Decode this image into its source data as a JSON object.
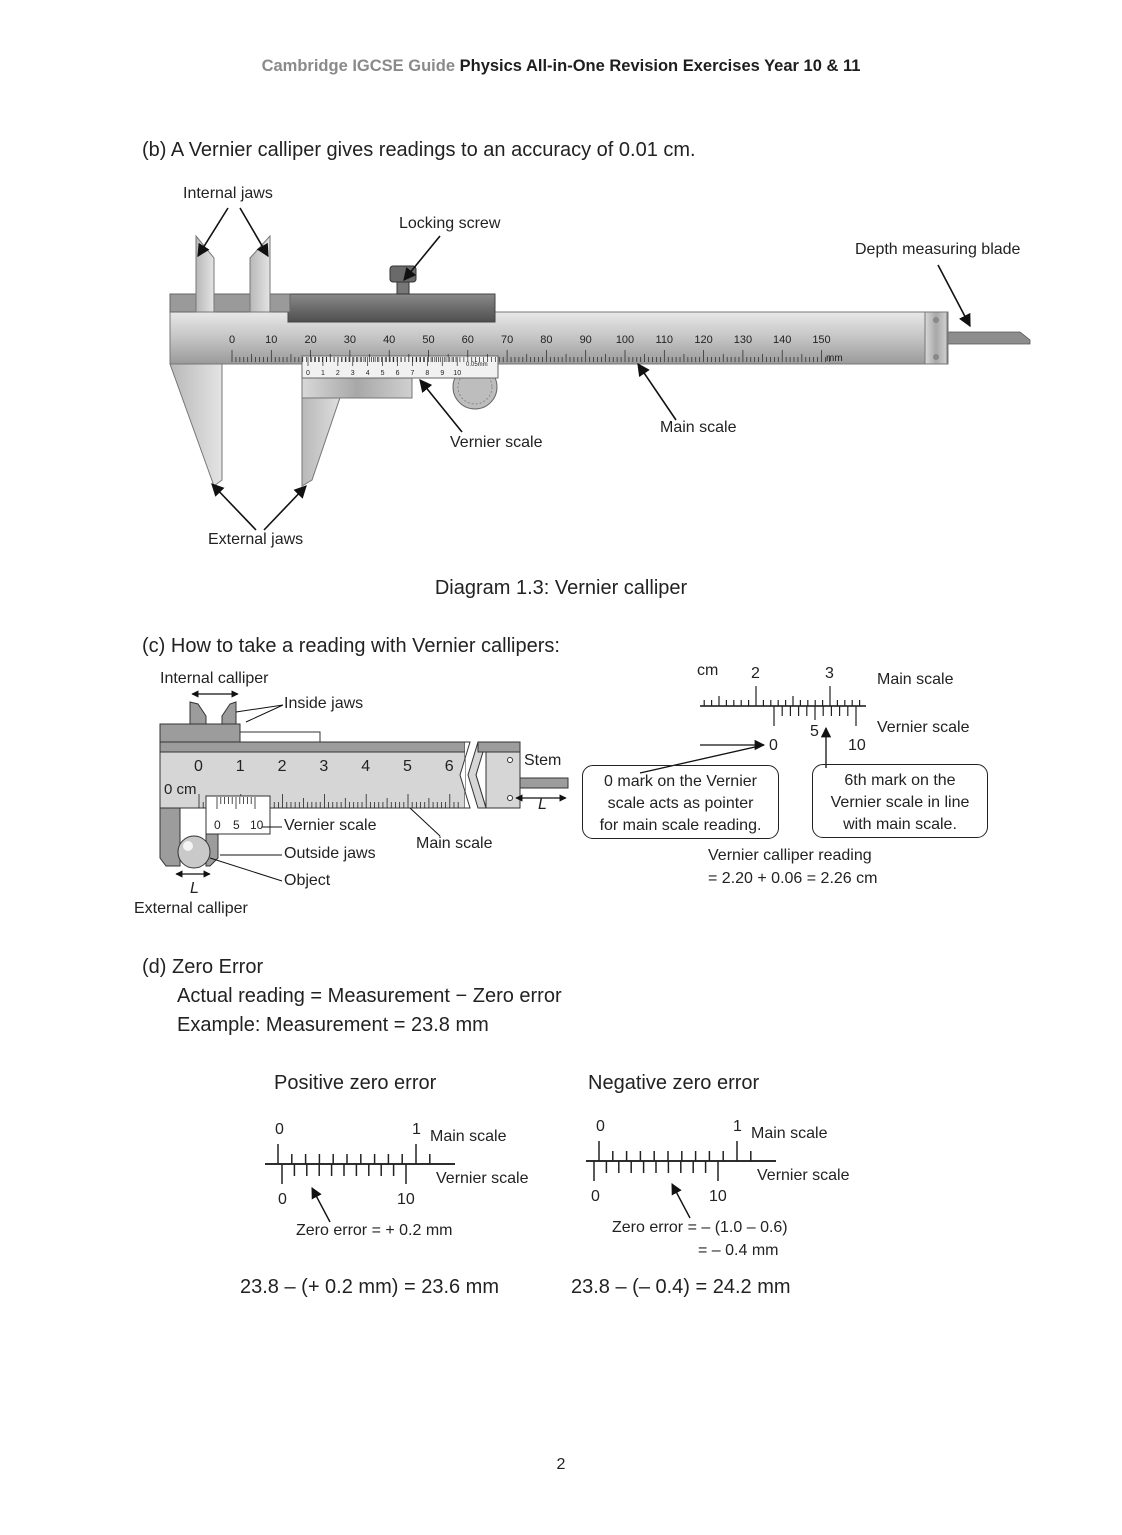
{
  "header": {
    "series": "Cambridge IGCSE Guide",
    "title": "Physics All-in-One Revision Exercises Year 10 & 11"
  },
  "section_b": {
    "text": "(b)  A Vernier calliper gives readings to an accuracy of 0.01 cm.",
    "labels": {
      "internal_jaws": "Internal jaws",
      "locking_screw": "Locking screw",
      "depth_blade": "Depth measuring blade",
      "vernier_scale": "Vernier scale",
      "main_scale": "Main scale",
      "external_jaws": "External jaws"
    },
    "main_scale_numbers": [
      "0",
      "10",
      "20",
      "30",
      "40",
      "50",
      "60",
      "70",
      "80",
      "90",
      "100",
      "110",
      "120",
      "130",
      "140",
      "150"
    ],
    "main_scale_unit": "mm",
    "vernier_numbers": [
      "0",
      "1",
      "2",
      "3",
      "4",
      "5",
      "6",
      "7",
      "8",
      "9",
      "10"
    ],
    "vernier_precision": "0.05mm",
    "caption": "Diagram 1.3: Vernier calliper"
  },
  "section_c": {
    "text": "(c) How to take a reading with Vernier callipers:",
    "labels": {
      "internal_calliper": "Internal calliper",
      "inside_jaws": "Inside jaws",
      "stem": "Stem",
      "vernier_scale": "Vernier scale",
      "outside_jaws": "Outside jaws",
      "object": "Object",
      "main_scale": "Main scale",
      "external_calliper": "External calliper",
      "L": "L",
      "zero_cm": "0 cm"
    },
    "main_numbers": [
      "0",
      "1",
      "2",
      "3",
      "4",
      "5",
      "6"
    ],
    "vernier_numbers": [
      "0",
      "5",
      "10"
    ],
    "reading_diagram": {
      "unit": "cm",
      "main_2": "2",
      "main_3": "3",
      "main_scale": "Main scale",
      "vernier_scale": "Vernier scale",
      "v0": "0",
      "v5": "5",
      "v10": "10",
      "box1": [
        "0 mark on the Vernier",
        "scale acts as pointer",
        "for main scale reading."
      ],
      "box2": [
        "6th mark on the",
        "Vernier scale in line",
        "with main scale."
      ],
      "reading_line1": "Vernier calliper reading",
      "reading_line2": "= 2.20 + 0.06 = 2.26 cm"
    }
  },
  "section_d": {
    "title": "(d)  Zero Error",
    "line1": "Actual reading = Measurement − Zero error",
    "line2": "Example: Measurement = 23.8 mm",
    "positive": {
      "title": "Positive zero error",
      "main_0": "0",
      "main_1": "1",
      "main_scale": "Main scale",
      "vernier_scale": "Vernier scale",
      "v0": "0",
      "v10": "10",
      "zero_error": "Zero error = + 0.2 mm",
      "result": "23.8 – (+ 0.2 mm) = 23.6 mm"
    },
    "negative": {
      "title": "Negative zero error",
      "main_0": "0",
      "main_1": "1",
      "main_scale": "Main scale",
      "vernier_scale": "Vernier scale",
      "v0": "0",
      "v10": "10",
      "zero_error_1": "Zero error = – (1.0 – 0.6)",
      "zero_error_2": "= – 0.4 mm",
      "result": "23.8 – (– 0.4) = 24.2 mm"
    }
  },
  "page_number": "2"
}
